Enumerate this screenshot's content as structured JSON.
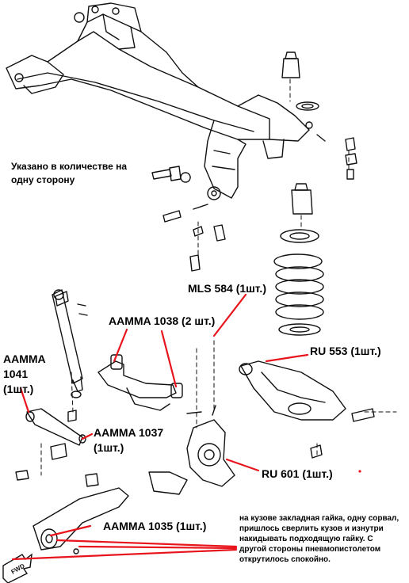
{
  "notes": {
    "top": "Указано в количестве на одну сторону",
    "bottom": "на кузове закладная гайка, одну сорвал, пришлось сверлить кузов и изнутри накидывать подходящую гайку. С другой стороны пневмопистолетом открутилось спокойно."
  },
  "parts": [
    {
      "key": "mls584",
      "text": "MLS 584 (1шт.)"
    },
    {
      "key": "ru553",
      "text": "RU 553 (1шт.)"
    },
    {
      "key": "aamma1038",
      "text": "AAMMA 1038 (2 шт.)"
    },
    {
      "key": "aamma1041",
      "line1": "AAMMA",
      "line2": "1041",
      "line3": "(1шт.)"
    },
    {
      "key": "aamma1037",
      "line1": "AAMMA 1037",
      "line2": "(1шт.)"
    },
    {
      "key": "ru601",
      "text": "RU 601 (1шт.)"
    },
    {
      "key": "aamma1035",
      "text": "AAMMA 1035 (1шт.)"
    }
  ],
  "fwd_label": "FWD",
  "colors": {
    "callout": "#e8141c",
    "line_art": "#111111",
    "background": "#ffffff"
  }
}
